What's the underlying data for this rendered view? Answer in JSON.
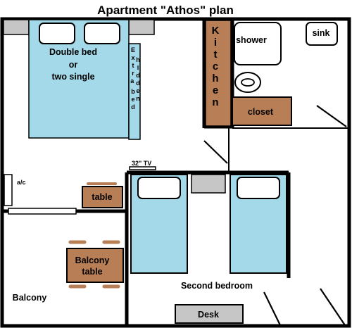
{
  "title": "Apartment \"Athos\" plan",
  "rooms": {
    "double_bed": [
      "Double bed",
      "or",
      "two single"
    ],
    "extra_bed": "Extra bed hidden",
    "kitchen": "Kitchen",
    "shower": "shower",
    "sink": "sink",
    "closet": "closet",
    "tv": "32\" TV",
    "ac": "a/c",
    "table": "table",
    "balcony_table": [
      "Balcony",
      "table"
    ],
    "balcony": "Balcony",
    "second_bedroom": "Second bedroom",
    "desk": "Desk"
  },
  "colors": {
    "bed": "#a3d9e8",
    "furniture": "#b87e56",
    "gray": "#c6c6c6",
    "wall": "#000000"
  }
}
